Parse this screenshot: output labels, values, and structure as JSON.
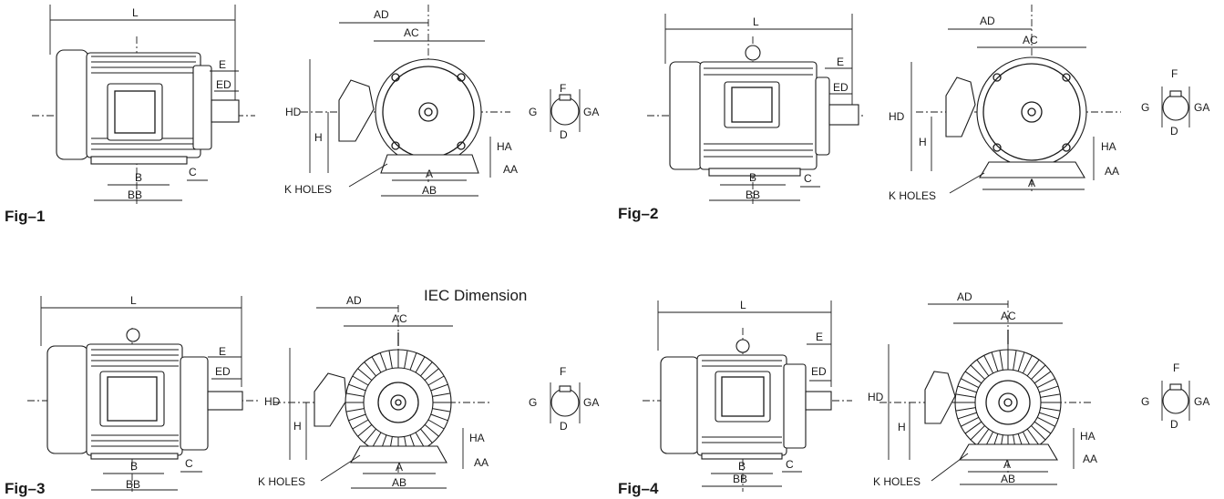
{
  "title": "IEC Dimension",
  "figures": [
    {
      "id": "Fig-1",
      "label": "Fig–1"
    },
    {
      "id": "Fig-2",
      "label": "Fig–2"
    },
    {
      "id": "Fig-3",
      "label": "Fig–3"
    },
    {
      "id": "Fig-4",
      "label": "Fig–4"
    }
  ],
  "labels": {
    "L": "L",
    "E": "E",
    "ED": "ED",
    "B": "B",
    "BB": "BB",
    "C": "C",
    "AD": "AD",
    "AC": "AC",
    "HD": "HD",
    "H": "H",
    "HA": "HA",
    "AA": "AA",
    "A": "A",
    "AB": "AB",
    "K_HOLES": "K HOLES",
    "F": "F",
    "G": "G",
    "GA": "GA",
    "D": "D"
  }
}
